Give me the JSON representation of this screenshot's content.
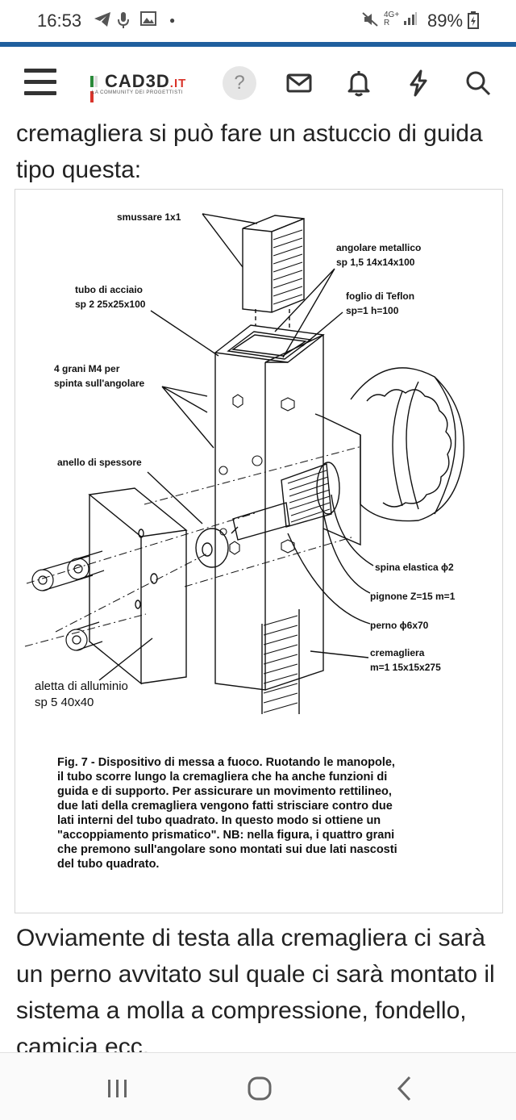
{
  "status": {
    "time": "16:53",
    "network": "4G+ R",
    "battery": "89%"
  },
  "header": {
    "logo_text": "CAD3D",
    "logo_suffix": ".IT",
    "logo_tagline": "LA COMMUNITY DEI PROGETTISTI",
    "help_label": "?"
  },
  "article": {
    "paragraph_top": "cremagliera si può fare un astuccio di guida tipo questa:",
    "paragraph_bottom": "Ovviamente di testa alla cremagliera ci sarà un perno avvitato sul quale ci sarà montato il sistema a molla a compressione, fondello, camicia ecc."
  },
  "figure": {
    "labels": {
      "smussare": "smussare 1x1",
      "angolare_1": "angolare metallico",
      "angolare_2": "sp 1,5  14x14x100",
      "teflon_1": "foglio di Teflon",
      "teflon_2": "sp=1  h=100",
      "tubo_1": "tubo di acciaio",
      "tubo_2": "sp 2 25x25x100",
      "grani_1": "4 grani M4 per",
      "grani_2": "spinta sull'angolare",
      "anello": "anello di spessore",
      "spina": "spina elastica ϕ2",
      "pignone": "pignone Z=15  m=1",
      "perno": "perno ϕ6x70",
      "crem_1": "cremagliera",
      "crem_2": "m=1  15x15x275",
      "aletta_1": "aletta di alluminio",
      "aletta_2": "sp 5  40x40"
    },
    "caption_lines": [
      "Fig. 7 - Dispositivo di messa a fuoco. Ruotando le manopole,",
      "il tubo scorre lungo la cremagliera che ha anche funzioni di",
      "guida e di supporto. Per assicurare un movimento rettilineo,",
      "due lati della cremagliera vengono fatti strisciare contro due",
      "lati interni del tubo quadrato. In questo modo si ottiene un",
      "\"accoppiamento prismatico\". NB: nella figura, i quattro grani",
      "che premono sull'angolare sono montati sui due lati nascosti",
      "del tubo quadrato."
    ]
  },
  "icons": {
    "menu": "hamburger-menu-icon",
    "help": "help-icon",
    "messages": "envelope-icon",
    "notifications": "bell-icon",
    "activity": "lightning-icon",
    "search": "search-icon"
  },
  "colors": {
    "accent": "#1f5f9e",
    "logo_red": "#d9342b",
    "text": "#222222"
  }
}
